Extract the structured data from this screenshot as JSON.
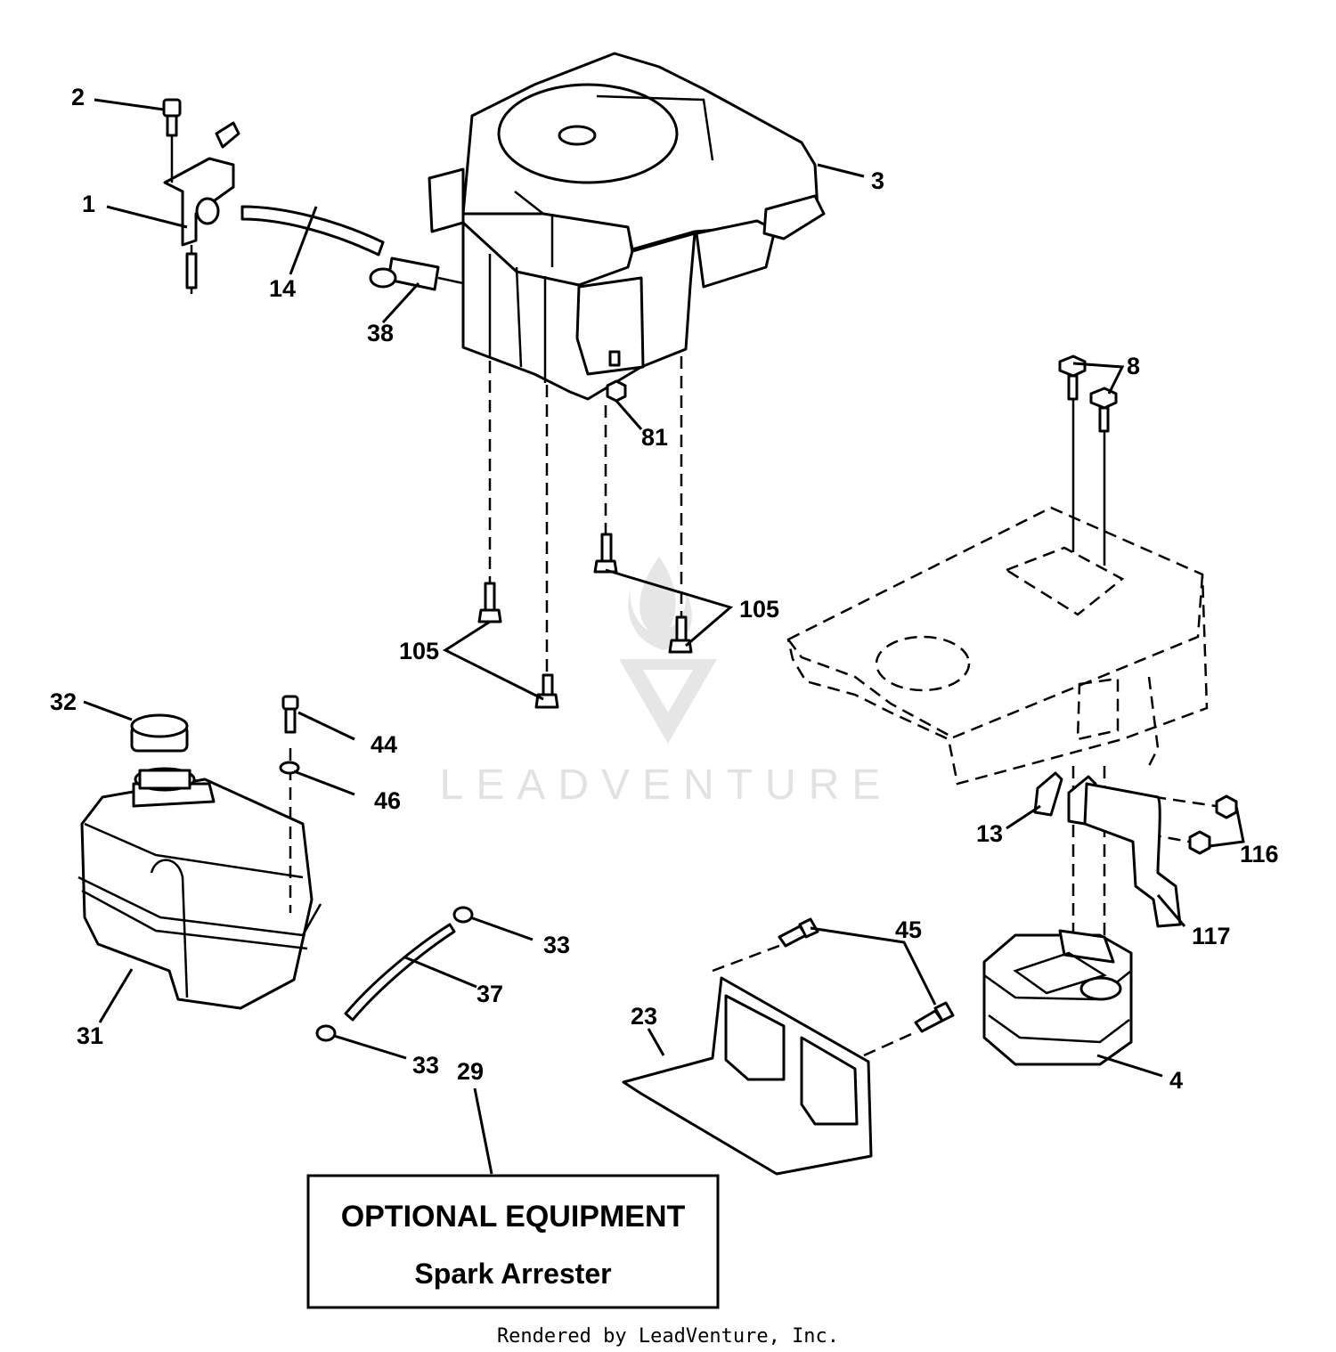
{
  "labels": {
    "p1": "1",
    "p2": "2",
    "p3": "3",
    "p4": "4",
    "p8": "8",
    "p13": "13",
    "p14": "14",
    "p23": "23",
    "p29": "29",
    "p31": "31",
    "p32": "32",
    "p33a": "33",
    "p33b": "33",
    "p37": "37",
    "p38": "38",
    "p44": "44",
    "p45": "45",
    "p46": "46",
    "p81": "81",
    "p105a": "105",
    "p105b": "105",
    "p116": "116",
    "p117": "117"
  },
  "note_box": {
    "title": "OPTIONAL EQUIPMENT",
    "subtitle": "Spark Arrester"
  },
  "watermark": "LEADVENTURE",
  "credit": "Rendered by LeadVenture, Inc."
}
